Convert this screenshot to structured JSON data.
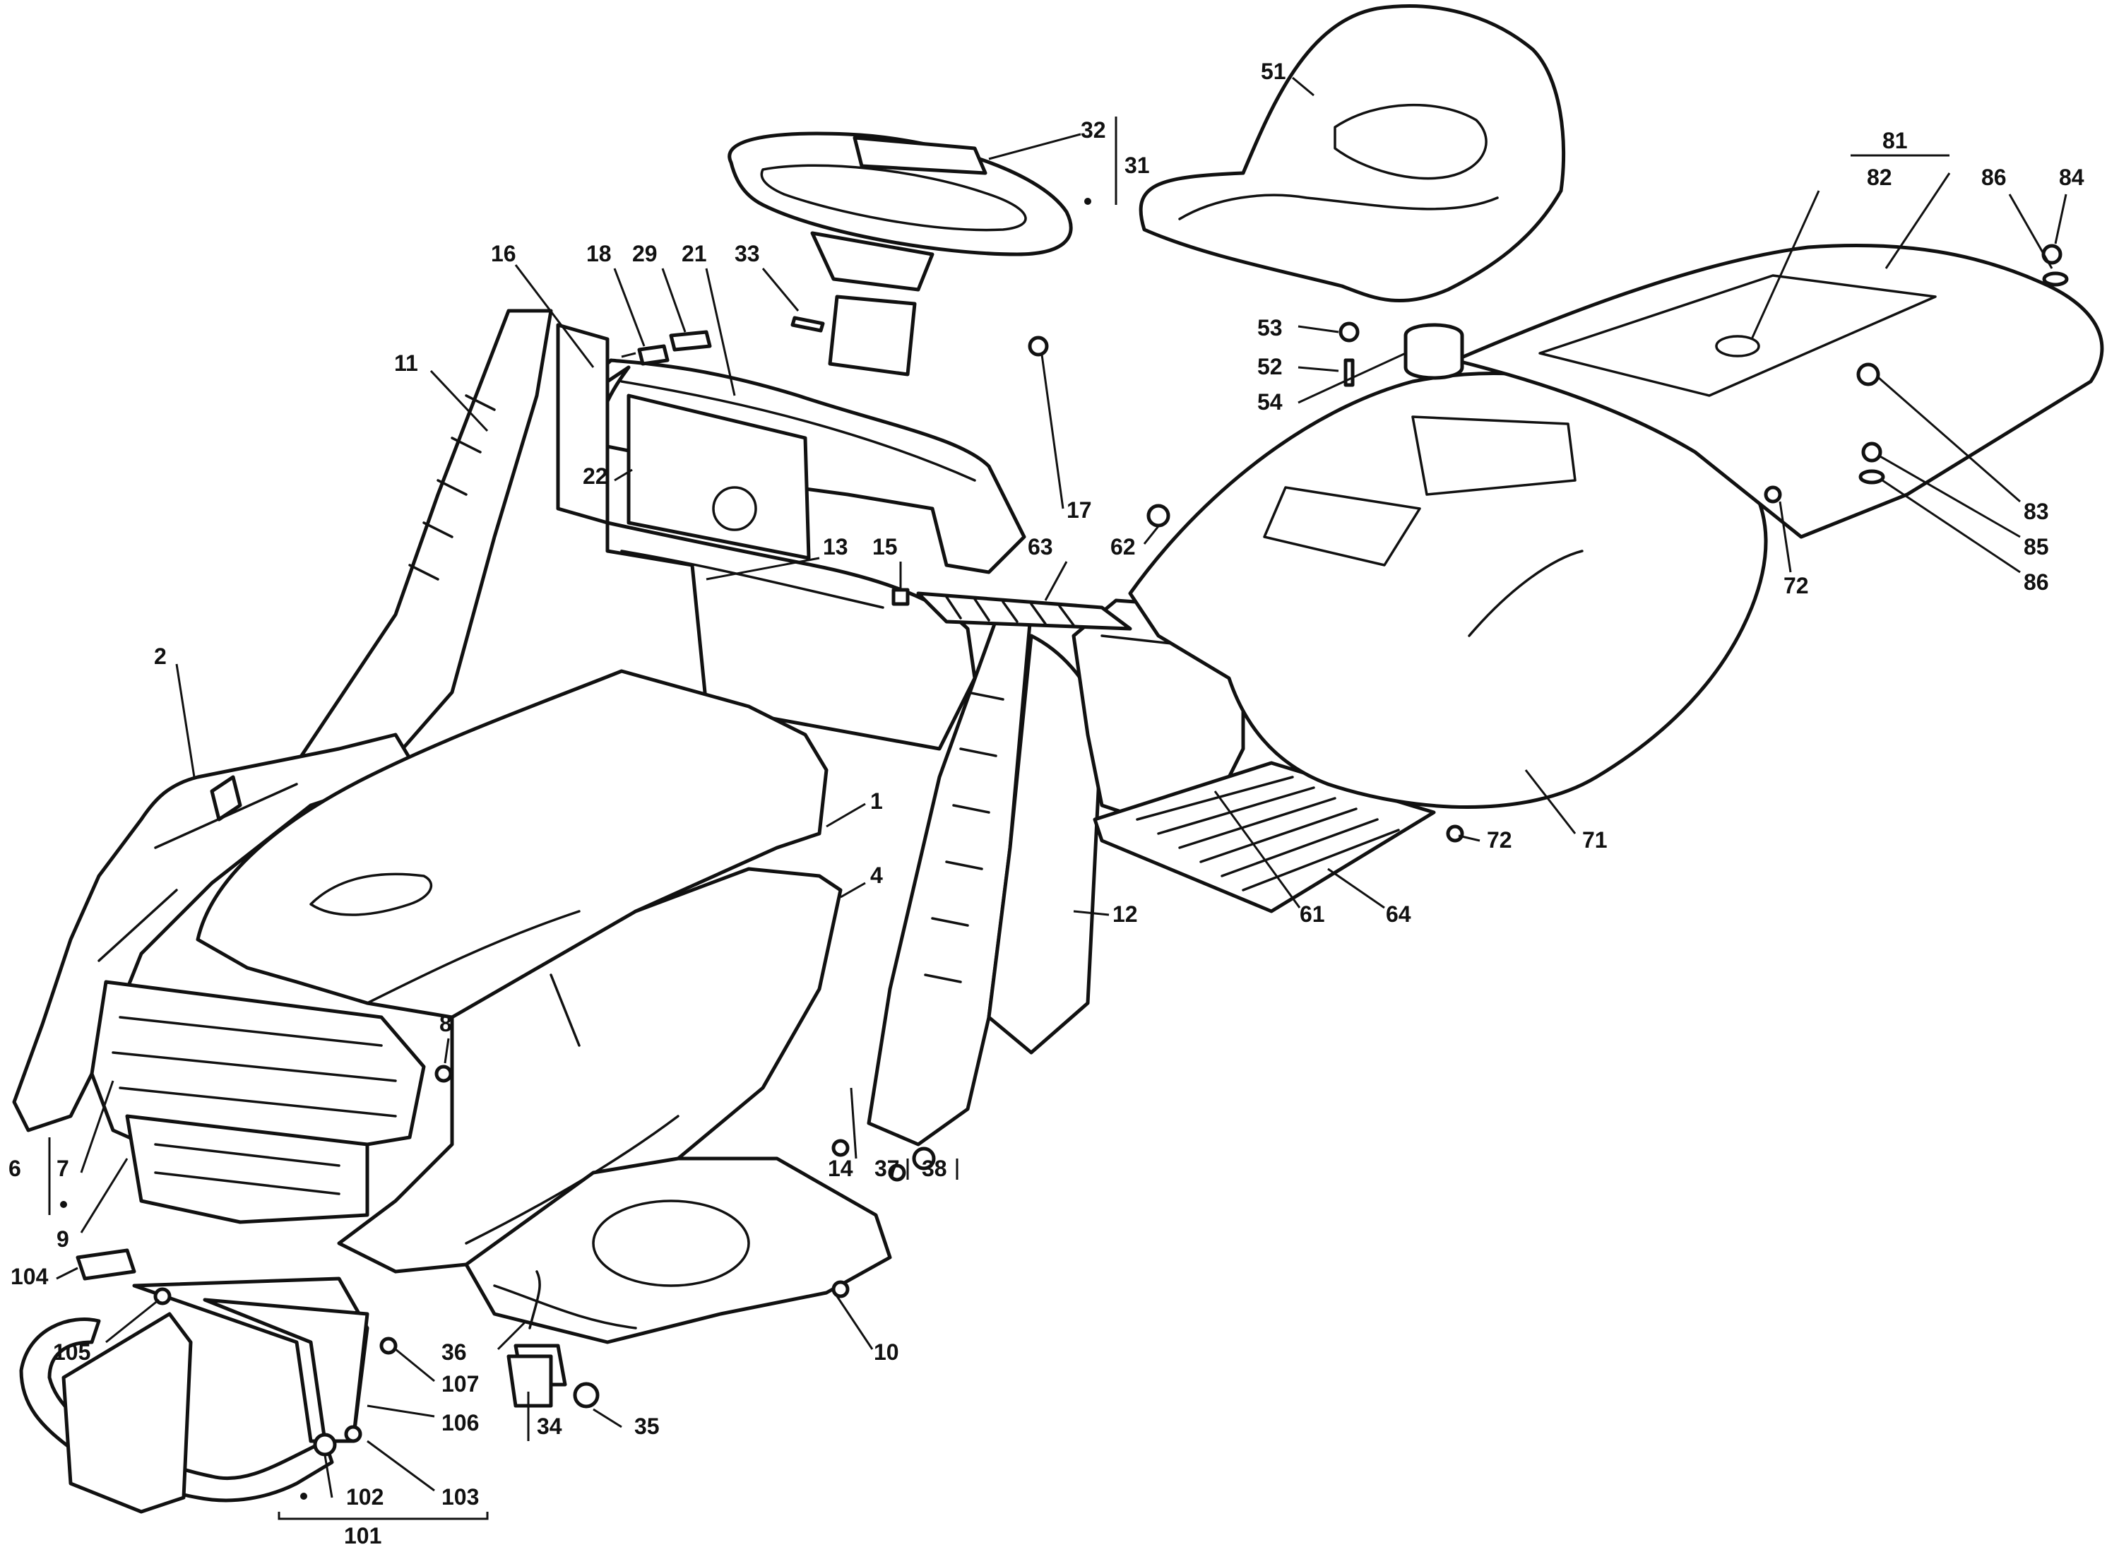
{
  "diagram": {
    "type": "exploded-parts-view",
    "callouts": [
      "51",
      "32",
      "31",
      "81",
      "82",
      "86",
      "84",
      "16",
      "18",
      "29",
      "21",
      "33",
      "11",
      "53",
      "52",
      "54",
      "17",
      "62",
      "63",
      "15",
      "13",
      "22",
      "83",
      "85",
      "86",
      "72",
      "2",
      "1",
      "4",
      "12",
      "72",
      "71",
      "61",
      "64",
      "8",
      "6",
      "7",
      "9",
      "14",
      "37",
      "38",
      "104",
      "105",
      "107",
      "106",
      "36",
      "34",
      "35",
      "10",
      "102",
      "103",
      "101"
    ]
  }
}
